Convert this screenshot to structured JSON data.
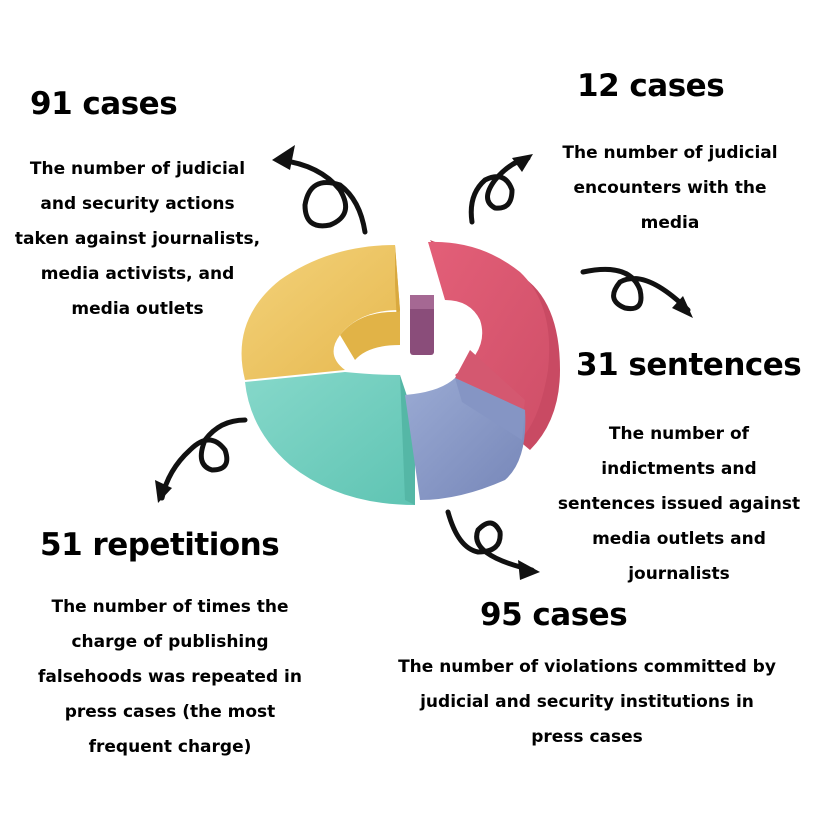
{
  "stats": [
    {
      "id": "judicial-security-actions",
      "headline": "91 cases",
      "lines": [
        "The number of judicial",
        "and security actions",
        "taken against journalists,",
        "media activists, and",
        "media outlets"
      ]
    },
    {
      "id": "judicial-encounters",
      "headline": "12 cases",
      "lines": [
        "The number of judicial",
        "encounters with the",
        "media"
      ]
    },
    {
      "id": "sentences",
      "headline": "31 sentences",
      "lines": [
        "The number of",
        "indictments and",
        "sentences issued against",
        "media outlets and",
        "journalists"
      ]
    },
    {
      "id": "repetitions",
      "headline": "51 repetitions",
      "lines": [
        "The number of times the",
        "charge of publishing",
        "falsehoods was repeated in",
        "press cases (the most",
        "frequent charge)"
      ]
    },
    {
      "id": "violations",
      "headline": "95 cases",
      "lines": [
        "The number of violations committed by",
        "judicial and security institutions in",
        "press cases"
      ]
    }
  ],
  "colors": {
    "yellow": "#f0c75e",
    "pink": "#e06378",
    "purple": "#8a4d7a",
    "blue": "#8da0cb",
    "teal": "#7fd1c3",
    "arrow": "#111111"
  }
}
